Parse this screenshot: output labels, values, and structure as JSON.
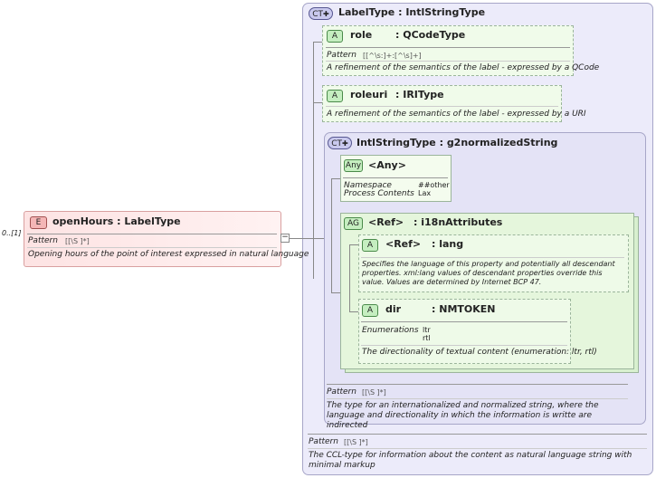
{
  "element": {
    "cardinality": "0..[1]",
    "badge": "E",
    "name": "openHours",
    "type": "LabelType",
    "pattern_label": "Pattern",
    "pattern_value": "[[\\S ]*]",
    "description": "Opening hours of the point of interest expressed in natural language",
    "collapse_symbol": "−"
  },
  "labeltype": {
    "badge": "CT",
    "name": "LabelType",
    "type": "IntlStringType",
    "pattern_label": "Pattern",
    "pattern_value": "[[\\S ]*]",
    "description": "The CCL-type for information about the content as natural language string with minimal markup"
  },
  "role": {
    "badge": "A",
    "name": "role",
    "type": "QCodeType",
    "pattern_label": "Pattern",
    "pattern_value": "[[^\\s:]+:[^\\s]+]",
    "description": "A refinement of the semantics of the label - expressed by a QCode"
  },
  "roleuri": {
    "badge": "A",
    "name": "roleuri",
    "type": "IRIType",
    "description": "A refinement of the semantics of the label - expressed by a URI"
  },
  "intlstring": {
    "badge": "CT",
    "name": "IntlStringType",
    "type": "g2normalizedString",
    "pattern_label": "Pattern",
    "pattern_value": "[[\\S ]*]",
    "description": "The type for an internationalized and normalized string, where the language and directionality in which the information is writte are indirected"
  },
  "any": {
    "badge": "Any",
    "name": "<Any>",
    "namespace_label": "Namespace",
    "namespace_value": "##other",
    "process_label": "Process Contents",
    "process_value": "Lax"
  },
  "i18n": {
    "badge": "AG",
    "name": "<Ref>",
    "type": "i18nAttributes"
  },
  "lang": {
    "badge": "A",
    "name": "<Ref>",
    "type": "lang",
    "description": "Specifies the language of this property and potentially all descendant properties. xml:lang values of descendant properties override this value. Values are determined by Internet BCP 47."
  },
  "dir": {
    "badge": "A",
    "name": "dir",
    "type": "NMTOKEN",
    "enum_label": "Enumerations",
    "enum_values": [
      "ltr",
      "rtl"
    ],
    "description": "The directionality of textual content (enumeration: ltr, rtl)"
  },
  "colors": {
    "element_bg": "#fde3e3",
    "complex_bg": "#ecebfa",
    "attr_bg": "#f0fbea",
    "connector": "#888888"
  },
  "icons": {
    "complex_type": "ct-plus-icon",
    "collapse": "minus-box-icon"
  }
}
